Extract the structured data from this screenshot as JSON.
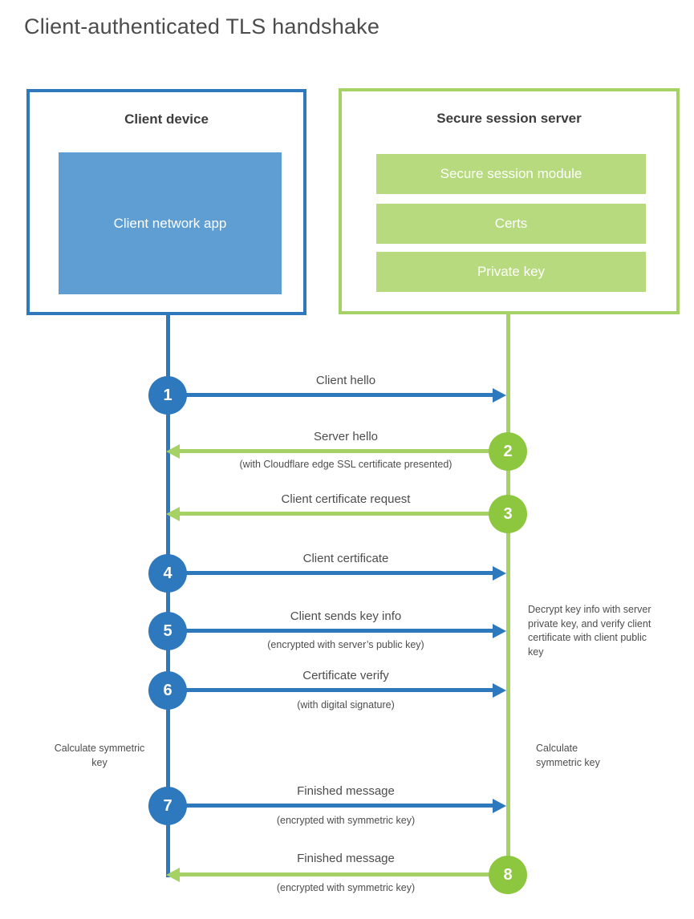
{
  "title": "Client-authenticated TLS handshake",
  "colors": {
    "blue": "#2e78bd",
    "blue_light": "#5f9ed3",
    "green": "#8dc63f",
    "green_line": "#a5d165",
    "green_bar": "#b6da7d",
    "text": "#4d4d4d",
    "text_dark": "#3d3d3d",
    "white": "#ffffff"
  },
  "client_box": {
    "title": "Client device",
    "app_label": "Client network app"
  },
  "server_box": {
    "title": "Secure session server",
    "modules": [
      "Secure session module",
      "Certs",
      "Private key"
    ]
  },
  "steps": [
    {
      "num": "1",
      "direction": "client-to-server",
      "label": "Client hello",
      "sub": ""
    },
    {
      "num": "2",
      "direction": "server-to-client",
      "label": "Server hello",
      "sub": "(with Cloudflare edge SSL certificate presented)"
    },
    {
      "num": "3",
      "direction": "server-to-client",
      "label": "Client certificate request",
      "sub": ""
    },
    {
      "num": "4",
      "direction": "client-to-server",
      "label": "Client certificate",
      "sub": ""
    },
    {
      "num": "5",
      "direction": "client-to-server",
      "label": "Client sends key info",
      "sub": "(encrypted with server’s public key)"
    },
    {
      "num": "6",
      "direction": "client-to-server",
      "label": "Certificate verify",
      "sub": "(with digital signature)"
    },
    {
      "num": "7",
      "direction": "client-to-server",
      "label": "Finished message",
      "sub": "(encrypted with symmetric key)"
    },
    {
      "num": "8",
      "direction": "server-to-client",
      "label": "Finished message",
      "sub": "(encrypted with symmetric key)"
    }
  ],
  "notes": {
    "calc_left": "Calculate symmetric key",
    "calc_right": "Calculate symmetric key",
    "decrypt": "Decrypt key info with server private key, and verify client certificate with client public key"
  }
}
